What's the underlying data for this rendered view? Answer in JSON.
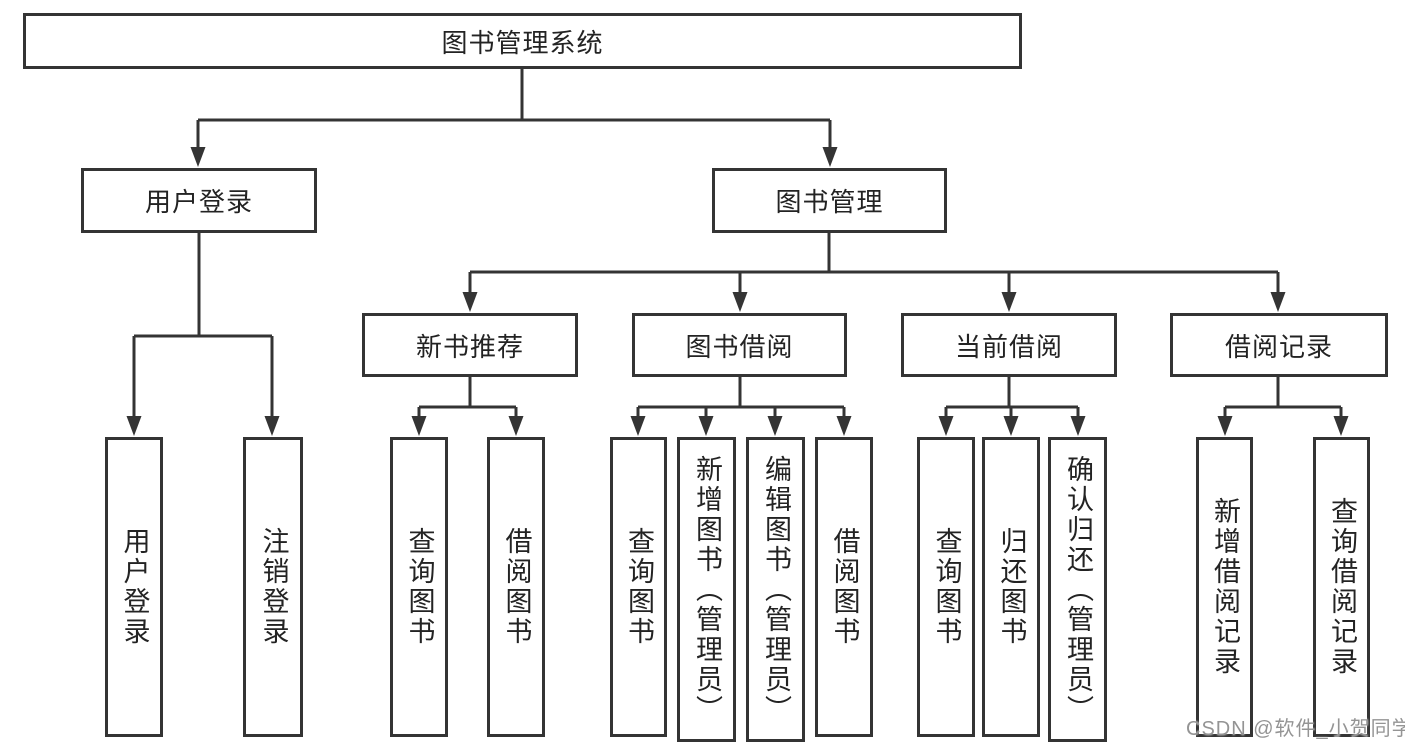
{
  "diagram": {
    "root": {
      "label": "图书管理系统"
    },
    "l2": [
      {
        "label": "用户登录",
        "children": [
          {
            "label": "用户登录"
          },
          {
            "label": "注销登录"
          }
        ]
      },
      {
        "label": "图书管理",
        "children": [
          {
            "label": "新书推荐",
            "children": [
              {
                "label": "查询图书"
              },
              {
                "label": "借阅图书"
              }
            ]
          },
          {
            "label": "图书借阅",
            "children": [
              {
                "label": "查询图书"
              },
              {
                "label": "新增图书（管理员）"
              },
              {
                "label": "编辑图书（管理员）"
              },
              {
                "label": "借阅图书"
              }
            ]
          },
          {
            "label": "当前借阅",
            "children": [
              {
                "label": "查询图书"
              },
              {
                "label": "归还图书"
              },
              {
                "label": "确认归还（管理员）"
              }
            ]
          },
          {
            "label": "借阅记录",
            "children": [
              {
                "label": "新增借阅记录"
              },
              {
                "label": "查询借阅记录"
              }
            ]
          }
        ]
      }
    ]
  },
  "watermark": {
    "text": "CSDN @软件_小贺同学"
  },
  "colors": {
    "line": "#343434",
    "text": "#232323",
    "background": "#ffffff",
    "watermark": "#949494"
  }
}
